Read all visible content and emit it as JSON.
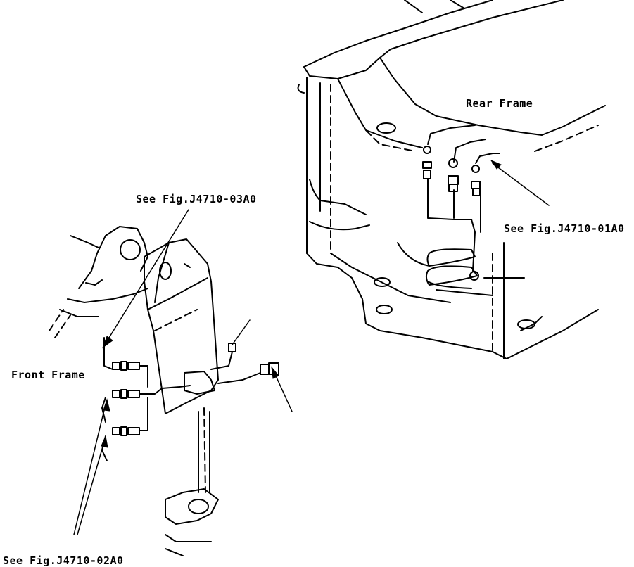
{
  "labels": {
    "rear_frame": "Rear Frame",
    "front_frame": "Front Frame",
    "ref_03a0": "See Fig.J4710-03A0",
    "ref_01a0": "See Fig.J4710-01A0",
    "ref_02a0": "See Fig.J4710-02A0"
  }
}
